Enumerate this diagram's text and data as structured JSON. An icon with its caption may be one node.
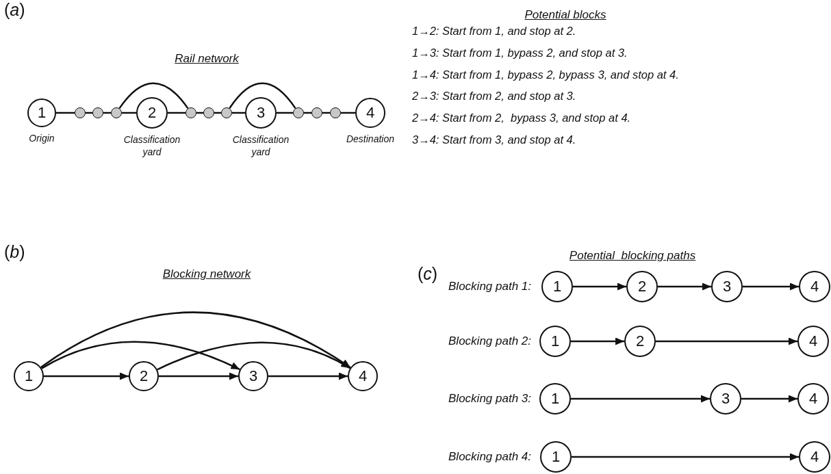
{
  "diagram": {
    "nodes": [
      {
        "text": [
          "1"
        ],
        "beside": [
          "Origin"
        ]
      },
      {
        "text": [],
        "shape": "circle"
      },
      {
        "text": [],
        "shape": "circle"
      },
      {
        "text": [],
        "shape": "circle"
      },
      {
        "text": [
          "2"
        ],
        "beside": [
          "Classification yard"
        ]
      },
      {
        "text": [],
        "shape": "circle"
      },
      {
        "text": [],
        "shape": "circle"
      },
      {
        "text": [],
        "shape": "circle"
      },
      {
        "text": [
          "3"
        ],
        "beside": [
          "Classification yard"
        ]
      },
      {
        "text": [],
        "shape": "circle"
      },
      {
        "text": [],
        "shape": "circle"
      },
      {
        "text": [],
        "shape": "circle"
      },
      {
        "text": [
          "4"
        ],
        "beside": [
          "Destination"
        ]
      },
      {
        "text": [
          "1"
        ]
      },
      {
        "text": [
          "2"
        ]
      },
      {
        "text": [
          "3"
        ]
      },
      {
        "text": [
          "4"
        ]
      },
      {
        "text": [
          "1"
        ]
      },
      {
        "text": [
          "2"
        ]
      },
      {
        "text": [
          "3"
        ]
      },
      {
        "text": [
          "4"
        ]
      },
      {
        "text": [
          "1"
        ]
      },
      {
        "text": [
          "2"
        ]
      },
      {
        "text": [
          "4"
        ]
      },
      {
        "text": [
          "1"
        ]
      },
      {
        "text": [
          "3"
        ]
      },
      {
        "text": [
          "4"
        ]
      },
      {
        "text": [
          "1"
        ]
      },
      {
        "text": [
          "4"
        ]
      }
    ],
    "edges": [
      {
        "from": 0,
        "to": 1,
        "arrow": "none"
      },
      {
        "from": 1,
        "to": 2,
        "arrow": "none"
      },
      {
        "from": 2,
        "to": 3,
        "arrow": "none"
      },
      {
        "from": 3,
        "to": 4,
        "arrow": "none"
      },
      {
        "from": 4,
        "to": 5,
        "arrow": "none"
      },
      {
        "from": 5,
        "to": 6,
        "arrow": "none"
      },
      {
        "from": 6,
        "to": 7,
        "arrow": "none"
      },
      {
        "from": 7,
        "to": 8,
        "arrow": "none"
      },
      {
        "from": 8,
        "to": 9,
        "arrow": "none"
      },
      {
        "from": 9,
        "to": 10,
        "arrow": "none"
      },
      {
        "from": 10,
        "to": 11,
        "arrow": "none"
      },
      {
        "from": 11,
        "to": 12,
        "arrow": "none"
      },
      {
        "from": 3,
        "to": 5,
        "arrow": "none"
      },
      {
        "from": 7,
        "to": 9,
        "arrow": "none"
      },
      {
        "from": 13,
        "to": 14,
        "arrow": "to"
      },
      {
        "from": 13,
        "to": 15,
        "arrow": "to"
      },
      {
        "from": 13,
        "to": 16,
        "arrow": "to"
      },
      {
        "from": 14,
        "to": 15,
        "arrow": "to"
      },
      {
        "from": 14,
        "to": 16,
        "arrow": "to"
      },
      {
        "from": 15,
        "to": 16,
        "arrow": "to"
      },
      {
        "from": 17,
        "to": 18,
        "arrow": "to"
      },
      {
        "from": 18,
        "to": 19,
        "arrow": "to"
      },
      {
        "from": 19,
        "to": 20,
        "arrow": "to"
      },
      {
        "from": 21,
        "to": 22,
        "arrow": "to"
      },
      {
        "from": 22,
        "to": 23,
        "arrow": "to"
      },
      {
        "from": 24,
        "to": 25,
        "arrow": "to"
      },
      {
        "from": 25,
        "to": 26,
        "arrow": "to"
      },
      {
        "from": 27,
        "to": 28,
        "arrow": "to"
      }
    ],
    "labels": [
      "(*a*)",
      "Potential blocks",
      "Rail network",
      "1→2: Start from 1, and stop at 2.",
      "1→3: Start from 1, bypass 2, and stop at 3.",
      "1→4: Start from 1, bypass 2, bypass 3, and stop at 4.",
      "2→3: Start from 2, and stop at 3.",
      "2→4: Start from 2,  bypass 3, and stop at 4.",
      "3→4: Start from 3, and stop at 4.",
      "(*b*)",
      "(*c*)",
      "Potential  blocking paths",
      "Blocking network",
      "Blocking path 1:",
      "Blocking path 2:",
      "Blocking path 3:",
      "Blocking path 4:"
    ]
  }
}
